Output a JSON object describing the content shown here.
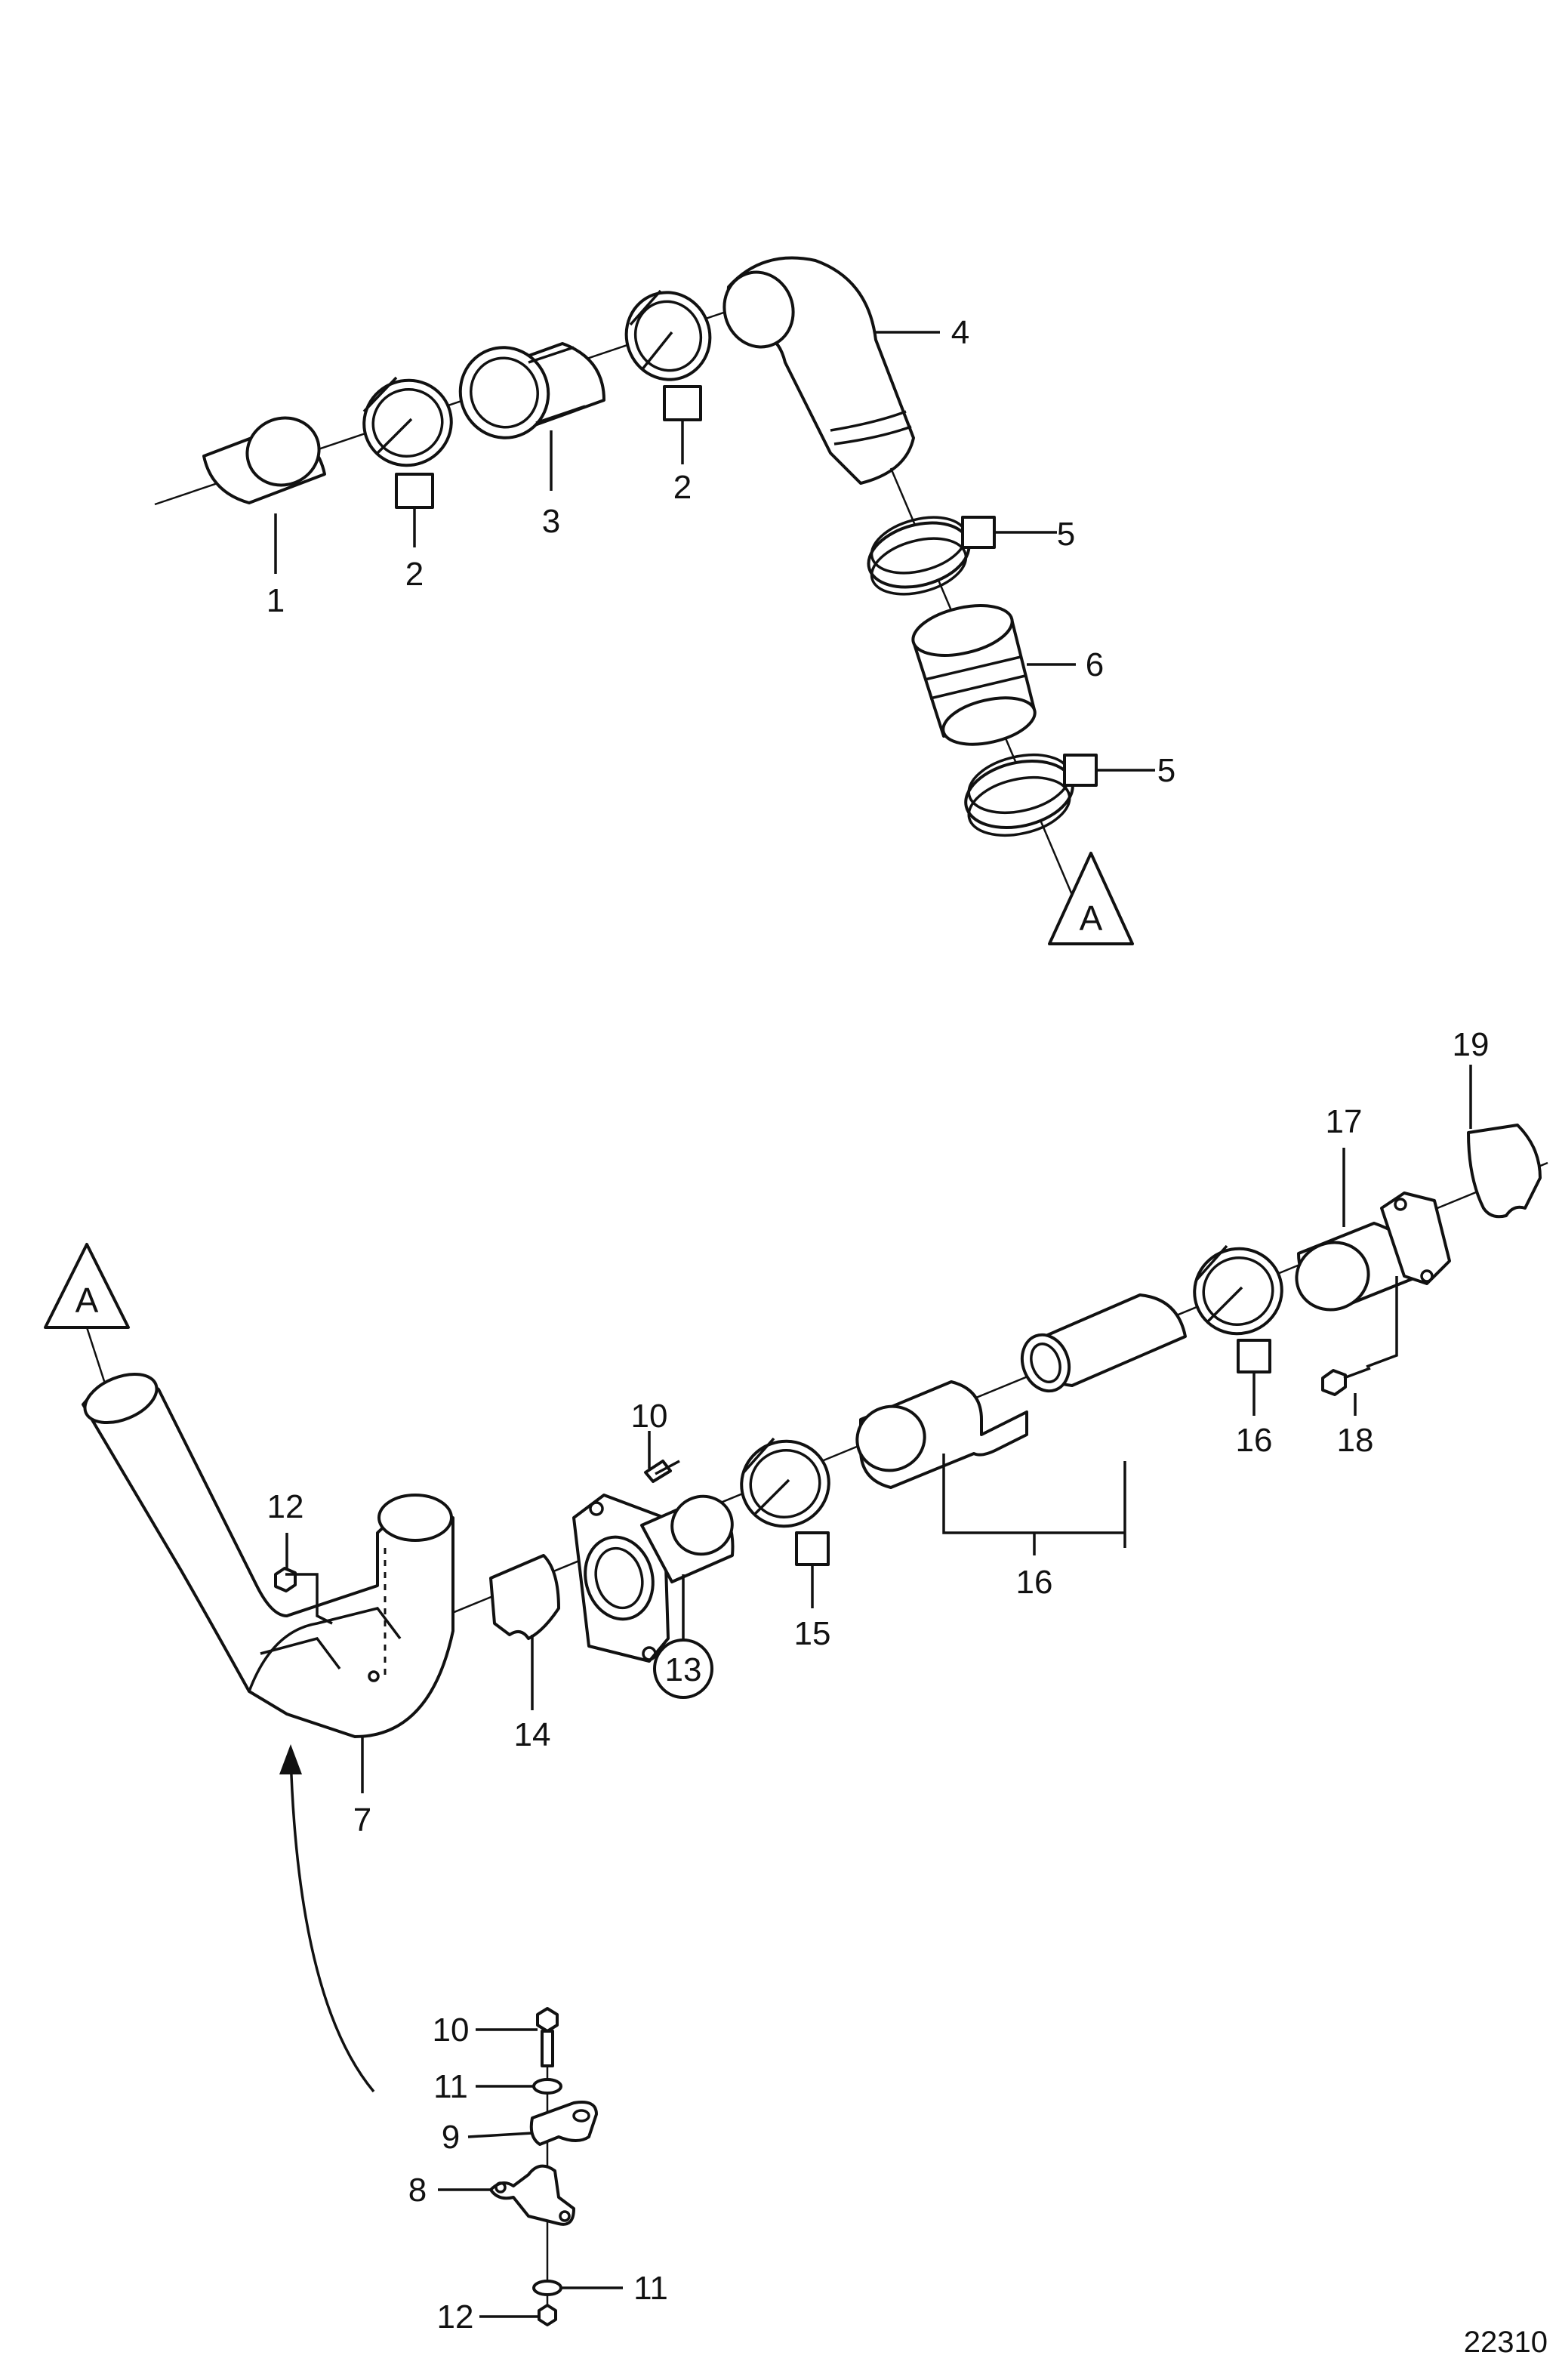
{
  "diagram": {
    "ref_mark": "A",
    "figure_id": "22310",
    "callouts": {
      "c1": "1",
      "c2a": "2",
      "c3": "3",
      "c2b": "2",
      "c4": "4",
      "c5a": "5",
      "c6": "6",
      "c5b": "5",
      "c7": "7",
      "c10a": "10",
      "c12a": "12",
      "c13": "13",
      "c14": "14",
      "c15": "15",
      "c16a": "16",
      "c16b": "16",
      "c17": "17",
      "c18": "18",
      "c19": "19",
      "c10b": "10",
      "c11a": "11",
      "c9": "9",
      "c8": "8",
      "c11b": "11",
      "c12b": "12"
    }
  }
}
